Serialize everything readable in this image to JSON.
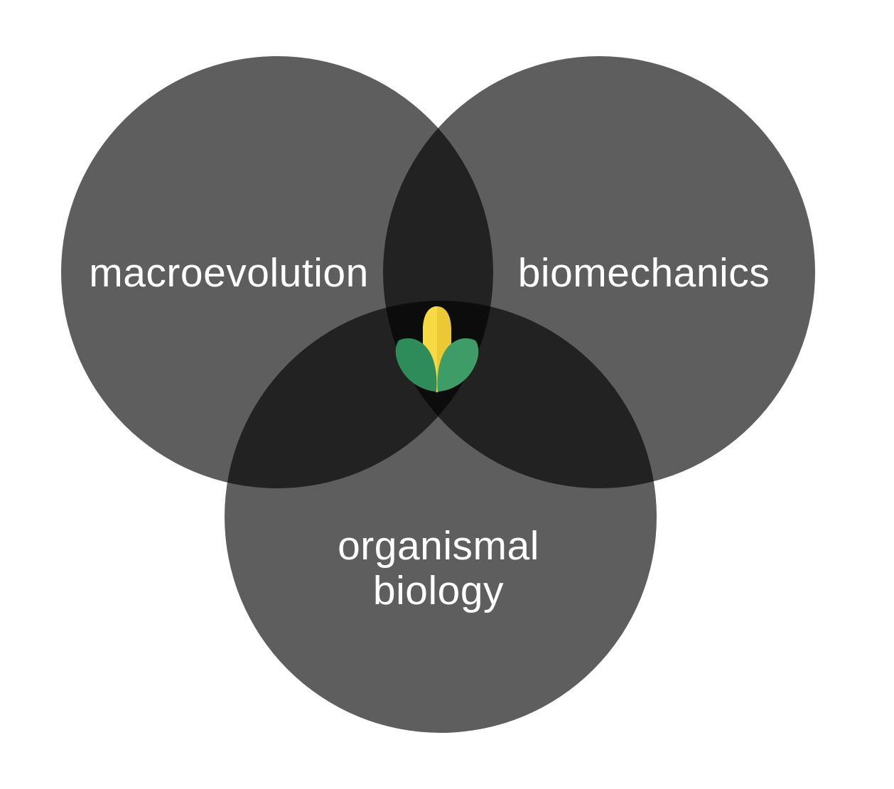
{
  "figure": {
    "type": "venn-diagram-3-set",
    "background_color": "#ffffff",
    "circle_fill": "#000000",
    "circle_opacity": "0.63",
    "label_color": "#ffffff",
    "sets": [
      {
        "id": "macroevolution",
        "label": "macroevolution",
        "position": "top-left"
      },
      {
        "id": "biomechanics",
        "label": "biomechanics",
        "position": "top-right"
      },
      {
        "id": "organismal-biology",
        "label": "organismal biology",
        "position": "bottom-center",
        "label_lines": [
          "organismal",
          "biology"
        ]
      }
    ],
    "center_icon": {
      "name": "corn-icon",
      "meaning": "corn / maize at the intersection of all three fields",
      "colors": {
        "cob_light": "#F7DA43",
        "cob_dark": "#EAC934",
        "leaf_left": "#2E8C5A",
        "leaf_right": "#3E9C67"
      }
    }
  }
}
